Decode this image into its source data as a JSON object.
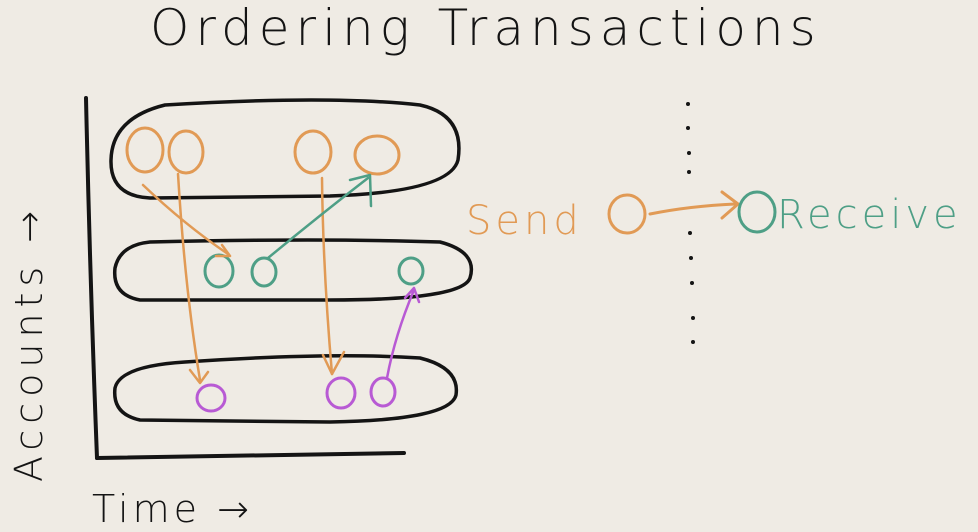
{
  "title": "Ordering Transactions",
  "axes": {
    "y_label": "Accounts →",
    "x_label": "Time →"
  },
  "legend": {
    "send_label": "Send",
    "receive_label": "Receive"
  },
  "colors": {
    "ink": "#141414",
    "send": "#e19a55",
    "receive": "#4e9f86",
    "third_account": "#b85ad4",
    "background": "#efebe4"
  }
}
